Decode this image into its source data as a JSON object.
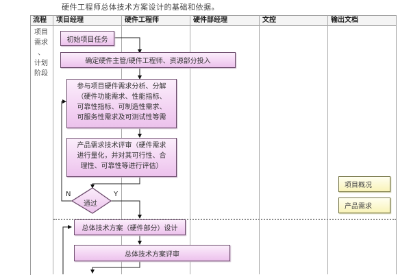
{
  "caption": "硬件工程师总体技术方案设计的基础和依据。",
  "table": {
    "headers": [
      "流程",
      "项目经理",
      "硬件工程师",
      "硬件部经理",
      "文控",
      "输出文档"
    ]
  },
  "phase": {
    "label_lines": [
      "项目",
      "需求",
      "、",
      "计划",
      "阶段"
    ]
  },
  "nodes": {
    "start": "初始项目任务",
    "assign": "确定硬件主管/硬件工程师、资源部分投入",
    "analysis": [
      "参与项目硬件需求分析、分解",
      "（硬件功能需求、性能指标、",
      "可靠性指标、可制造性需求、",
      "可服务性需求及可测试性等需"
    ],
    "review": [
      "产品需求技术评审（硬件需求",
      "进行量化，并对其可行性、合",
      "理性、可靠性等进行评估）"
    ],
    "decision": "通过",
    "design": "总体技术方案（硬件部分）设计",
    "design_review": "总体技术方案评审"
  },
  "decision_labels": {
    "no": "N",
    "yes": "Y"
  },
  "output_docs": [
    "项目概况",
    "产品需求"
  ],
  "colors": {
    "process_fill": "#f3d3f3",
    "process_border": "#6b4a6b",
    "doc_fill": "#f9f3b8",
    "doc_border": "#707040",
    "grid_line": "#a8a8a8"
  }
}
